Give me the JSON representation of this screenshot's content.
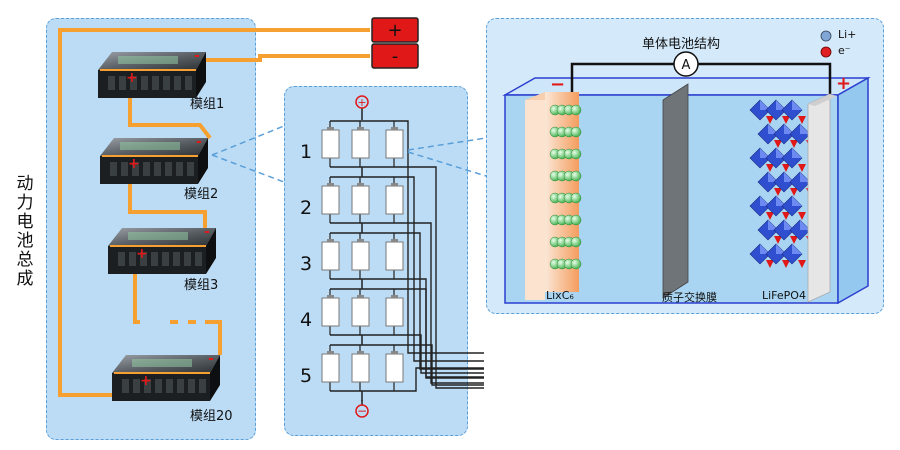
{
  "pack": {
    "side_label": "动力电池总成",
    "modules": [
      "模组1",
      "模组2",
      "模组3",
      "模组20"
    ],
    "pos_terminal": "+",
    "neg_terminal": "-"
  },
  "module_detail": {
    "top_sign": "⊕",
    "bottom_sign": "⊖",
    "rows": [
      "1",
      "2",
      "3",
      "4",
      "5"
    ]
  },
  "cell": {
    "title": "单体电池结构",
    "ammeter": "A",
    "legend": [
      {
        "label": "Li+",
        "color": "#7fa6d6"
      },
      {
        "label": "e⁻",
        "color": "#e02020"
      }
    ],
    "neg_sign": "−",
    "pos_sign": "+",
    "anode_label": "LixC₆",
    "membrane_label": "质子交换膜",
    "cathode_label": "LiFePO4"
  },
  "colors": {
    "panel_bg": "#bcdcf6",
    "panel_border": "#5a9fd8",
    "wire": "#f5a030",
    "terminal_red": "#e01818"
  }
}
